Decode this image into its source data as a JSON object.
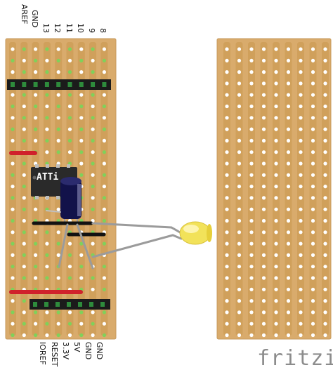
{
  "top_pins": [
    "AREF",
    "GND",
    "13",
    "12",
    "11",
    "10",
    "9",
    "8"
  ],
  "bottom_pins": [
    "IOREF",
    "RESET",
    "3.3V",
    "5V",
    "GND",
    "GND"
  ],
  "chip_label": "ATTi",
  "brand": "fritzing",
  "colors": {
    "board": "#d9ab6c",
    "board_edge": "#c69a5c",
    "strip": "#c9974f",
    "hole": "#ffffff",
    "hole_green": "#7fd15a",
    "header": "#1b1b1b",
    "pin": "#2e8b3c",
    "jumper_red": "#d0212b",
    "jumper_black": "#121212",
    "wire": "#9b9b9b",
    "led": "#f2e25a",
    "capacitor": "#12124a",
    "chip": "#2a2a2a"
  }
}
